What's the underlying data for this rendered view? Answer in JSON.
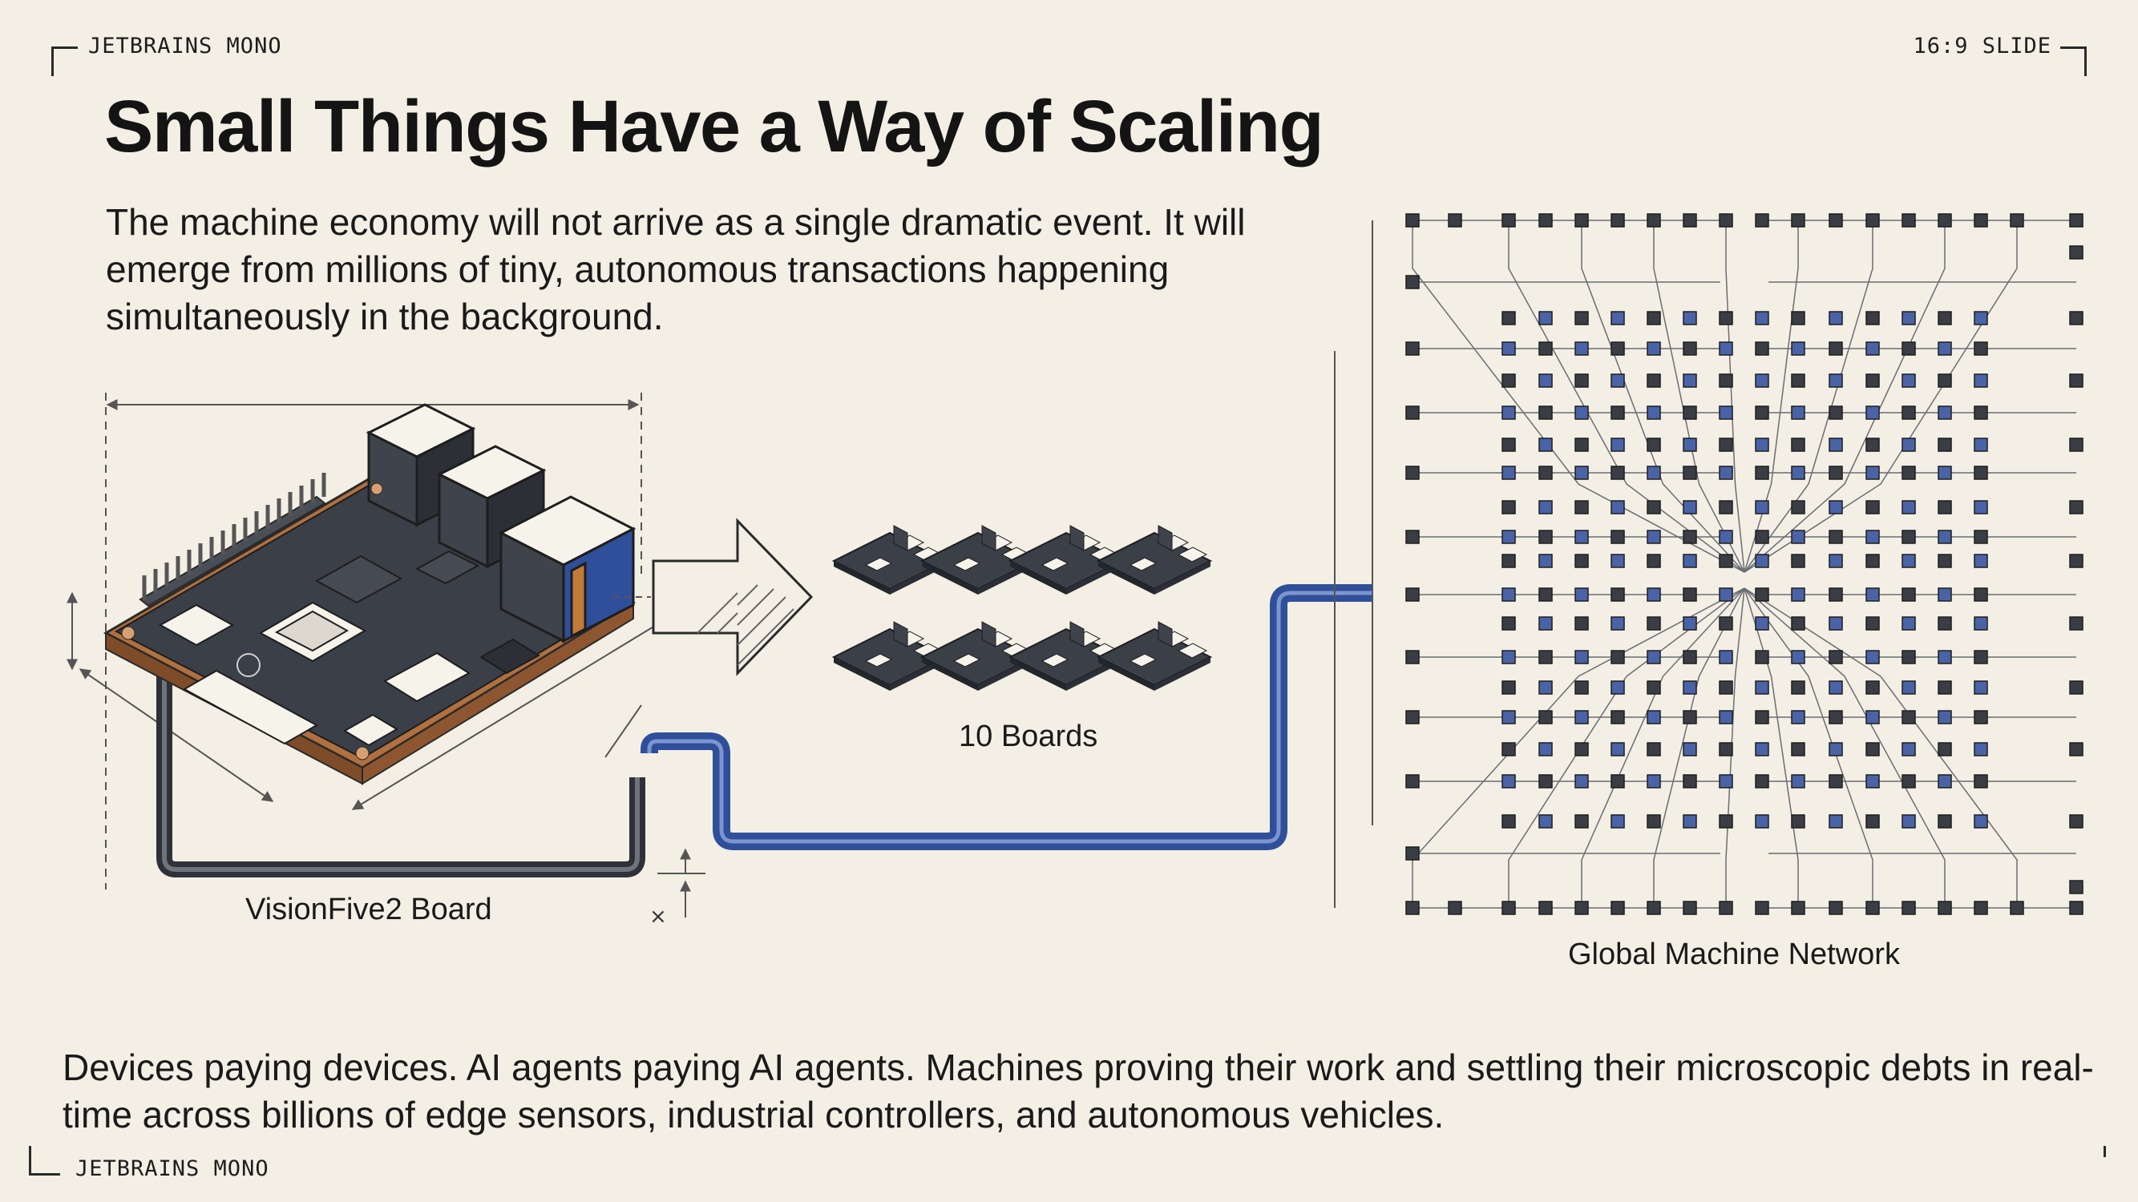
{
  "corner_labels": {
    "top_left": "JETBRAINS MONO",
    "top_right": "16:9 SLIDE",
    "bottom_left": "JETBRAINS MONO"
  },
  "title": "Small Things Have a Way of Scaling",
  "subtitle": "The machine economy will not arrive as a single dramatic event. It will emerge from millions of tiny, autonomous transactions happening simultaneously in the background.",
  "diagram": {
    "board_label": "VisionFive2 Board",
    "cluster_label": "10 Boards",
    "network_label": "Global Machine Network",
    "dimension_mark": "×"
  },
  "footer": "Devices paying devices. AI agents paying AI agents. Machines proving their work and settling their microscopic debts in real-time across billions of edge sensors, industrial controllers, and autonomous vehicles.",
  "colors": {
    "background": "#f3efe4",
    "board_dark": "#3b3f48",
    "board_copper": "#b0703f",
    "connector_blue": "#2f4f9a",
    "node_dark": "#3a3d44",
    "node_blue": "#4a63a6",
    "trace": "#6a6d73"
  }
}
